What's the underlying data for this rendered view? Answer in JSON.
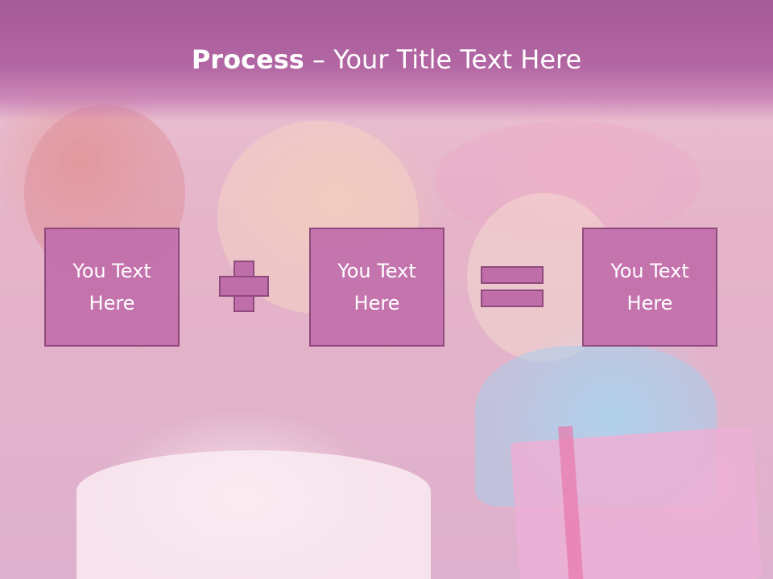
{
  "slide": {
    "title_bold": "Process",
    "title_rest": " – Your Title Text Here",
    "background_image": "children blowing out birthday cake candles",
    "boxes": [
      {
        "text": "You Text\nHere"
      },
      {
        "text": "You Text\nHere"
      },
      {
        "text": "You Text\nHere"
      }
    ],
    "operators": [
      "plus-icon",
      "equals-icon"
    ],
    "colors": {
      "banner": "#a55a97",
      "box_fill": "#c16eaa",
      "box_border": "#8e4a7c",
      "text": "#ffffff"
    }
  }
}
